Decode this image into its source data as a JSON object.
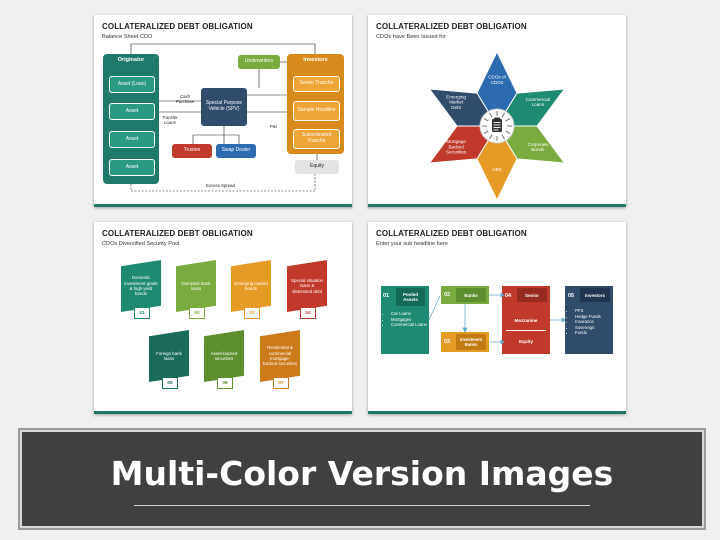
{
  "colors": {
    "teal": "#1f7a6b",
    "green": "#7aab3e",
    "orange": "#e69b27",
    "red": "#c0392b",
    "blue": "#2c6bb0",
    "navy": "#2f4c6b",
    "purple": "#3b5998",
    "banner_bg": "#404040"
  },
  "slide1": {
    "title": "COLLATERALIZED DEBT OBLIGATION",
    "subtitle": "Balance Sheet CDO",
    "originator": "Originator",
    "assets": [
      "Asset (Loan)",
      "Asset",
      "Asset",
      "Asset"
    ],
    "underwriters": "Underwriters",
    "investors": "Investors",
    "tranches": [
      "Senior Tranche",
      "Sample Headline",
      "Subordinated Tranche"
    ],
    "equity": "Equity",
    "spv": "Special Purpose Vehicle (SPV)",
    "cash_purchase": "Cash Purchase",
    "transfer_loans": "Transfer Loans",
    "pi": "P&I",
    "trustee": "Trustee",
    "swap_dealer": "Swap Dealer",
    "excess_spread": "Excess Spread"
  },
  "slide2": {
    "title": "COLLATERALIZED DEBT OBLIGATION",
    "subtitle": "CDOs have Been Issued for",
    "segments": [
      {
        "label": "CDOs of CDOs",
        "color": "#2c6bb0"
      },
      {
        "label": "Commercial Loans",
        "color": "#1f8a72"
      },
      {
        "label": "Corporate Bonds",
        "color": "#7aab3e"
      },
      {
        "label": "ABS",
        "color": "#e69b27"
      },
      {
        "label": "Mortgage Backed Securities",
        "color": "#c0392b"
      },
      {
        "label": "Emerging Market Debt",
        "color": "#2f4c6b"
      }
    ],
    "center_icon": "clipboard-icon"
  },
  "slide3": {
    "title": "COLLATERALIZED DEBT OBLIGATION",
    "subtitle": "CDOs Diversified Security Pool",
    "items": [
      {
        "label": "Domestic investment grade & high yield bonds",
        "num": "01",
        "color": "#1f8a72"
      },
      {
        "label": "Domestic bank loans",
        "num": "02",
        "color": "#7aab3e"
      },
      {
        "label": "Emerging market bonds",
        "num": "03",
        "color": "#e69b27"
      },
      {
        "label": "Special situation loans & distressed debt",
        "num": "04",
        "color": "#c0392b"
      },
      {
        "label": "Foreign bank loans",
        "num": "05",
        "color": "#1a6b5a"
      },
      {
        "label": "Asset-backed securities",
        "num": "06",
        "color": "#5e8f2f"
      },
      {
        "label": "Residential & commercial mortgage-backed securities",
        "num": "07",
        "color": "#cc7a1a"
      }
    ]
  },
  "slide4": {
    "title": "COLLATERALIZED DEBT OBLIGATION",
    "subtitle": "Enter your sub headline here",
    "col1": {
      "num": "01",
      "head": "Pooled Assets",
      "bullets": [
        "Car Loans",
        "Mortgages",
        "Commercial Loans"
      ]
    },
    "col2": {
      "num": "02",
      "head": "Banks"
    },
    "col3": {
      "num": "03",
      "head": "Investment Banks"
    },
    "col4": {
      "num": "04",
      "head": "Senior",
      "mid": "Mezzanine",
      "low": "Equity"
    },
    "col5": {
      "num": "05",
      "head": "Investors",
      "bullets": [
        "PFS",
        "Hedge Funds",
        "Insurance",
        "Sovereign",
        "Funds"
      ]
    }
  },
  "banner": {
    "text": "Multi-Color Version Images"
  }
}
